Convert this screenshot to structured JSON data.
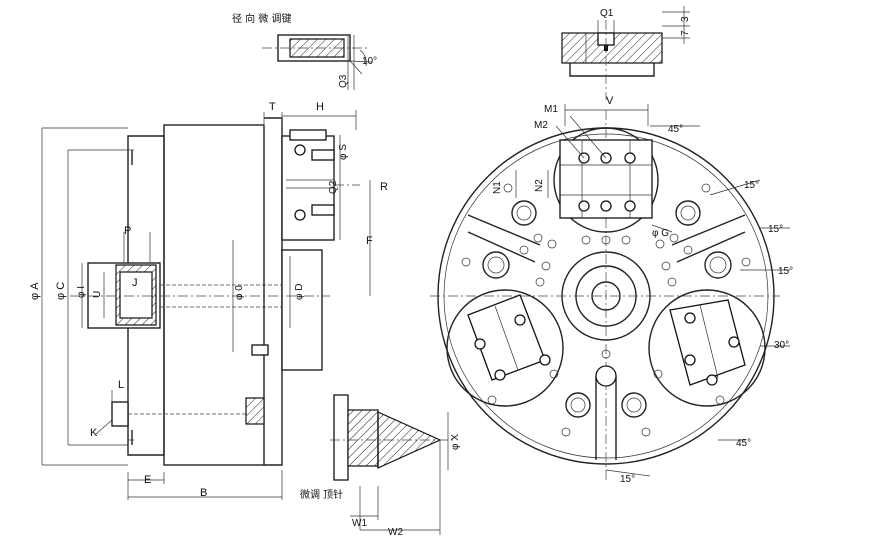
{
  "labels": {
    "radial_key": "径 向 微 调键",
    "fine_top": "微调  顶针",
    "q1": "Q1",
    "d3": "3",
    "d7": "7",
    "q3": "Q3",
    "ang10": "10°",
    "T": "T",
    "H": "H",
    "S": "φ S",
    "R": "R",
    "F": "F",
    "Q2": "Q2",
    "P": "P",
    "J": "J",
    "I": "φ I",
    "U": "U",
    "O": "φ 0",
    "D": "φ D",
    "A": "φ A",
    "C": "φ C",
    "L": "L",
    "K": "K",
    "E": "E",
    "B": "B",
    "X": "φ X",
    "W1": "W1",
    "W2": "W2",
    "M1": "M1",
    "M2": "M2",
    "V": "V",
    "N1": "N1",
    "N2": "N2",
    "G": "φ G",
    "ang45a": "45°",
    "ang15a": "15°",
    "ang15b": "15°",
    "ang15c": "15°",
    "ang30": "30°",
    "ang45b": "45°",
    "ang15d": "15°"
  }
}
